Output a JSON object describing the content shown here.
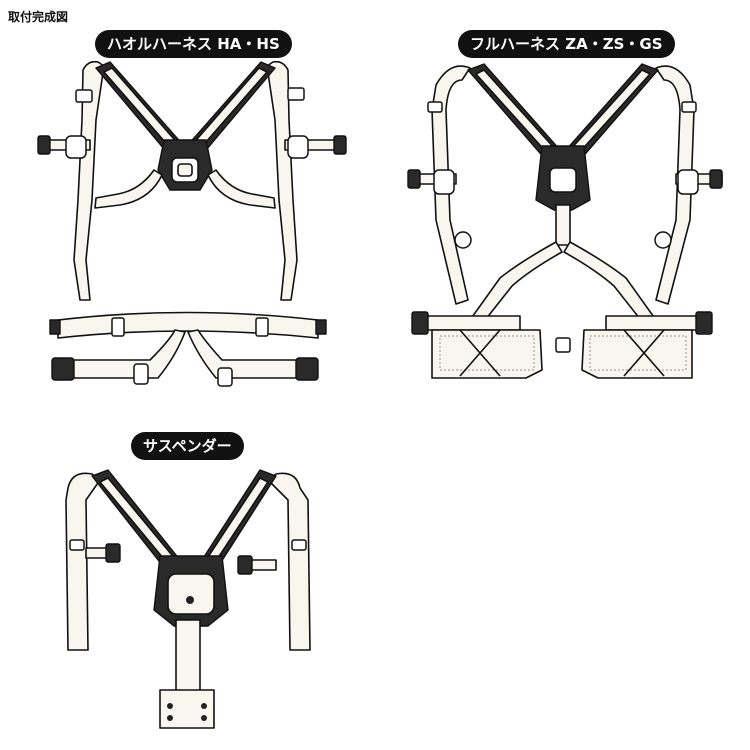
{
  "page": {
    "title": "取付完成図"
  },
  "sections": {
    "haoru": {
      "label": "ハオルハーネス HA・HS"
    },
    "full": {
      "label": "フルハーネス ZA・ZS・GS"
    },
    "suspender": {
      "label": "サスペンダー"
    }
  },
  "colors": {
    "ink": "#111111",
    "strap_fill": "#f8f6ef",
    "pad": "#2a2a2a",
    "pill_bg": "#111111",
    "pill_text": "#ffffff"
  }
}
